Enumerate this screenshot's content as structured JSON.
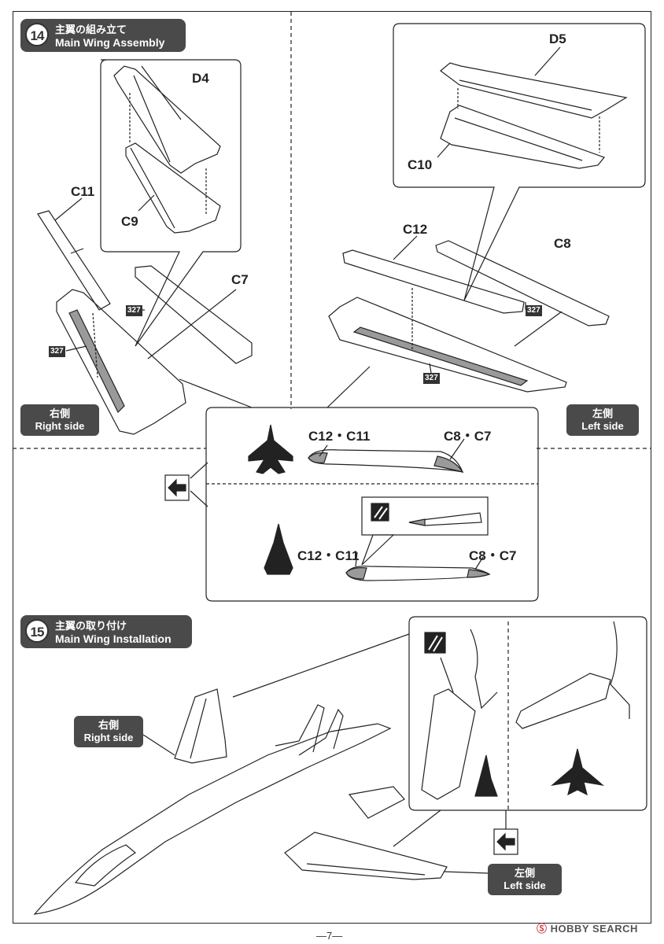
{
  "step14": {
    "number": "14",
    "title_jp": "主翼の組み立て",
    "title_en": "Main Wing Assembly"
  },
  "step15": {
    "number": "15",
    "title_jp": "主翼の取り付け",
    "title_en": "Main Wing Installation"
  },
  "parts": {
    "d4": "D4",
    "c9": "C9",
    "c11": "C11",
    "c7": "C7",
    "d5": "D5",
    "c10": "C10",
    "c12": "C12",
    "c8": "C8",
    "pair_c12_c11": "C12・C11",
    "pair_c8_c7": "C8・C7"
  },
  "paint_ref": "327",
  "sides": {
    "right_jp": "右側",
    "right_en": "Right side",
    "left_jp": "左側",
    "left_en": "Left side"
  },
  "page_number": "—7—",
  "watermark": {
    "mark": "Ⓢ",
    "text": "HOBBY SEARCH"
  },
  "colors": {
    "label_bg": "#4a4a4a",
    "paint_gray": "#9a9a9a",
    "line": "#222222"
  }
}
